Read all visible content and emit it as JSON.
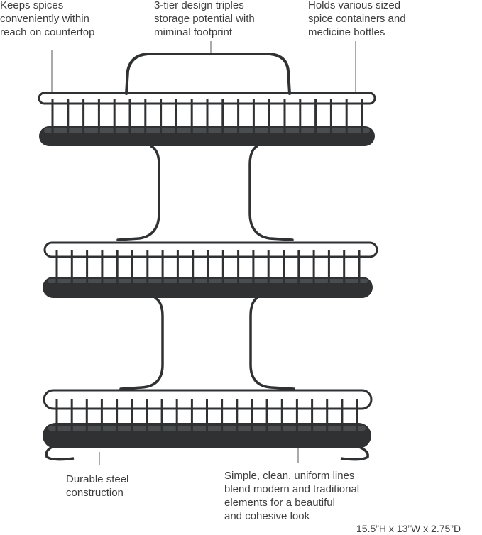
{
  "callouts": {
    "keeps_spices": [
      "Keeps spices",
      "conveniently within",
      "reach on countertop"
    ],
    "three_tier": [
      "3-tier design triples",
      "storage potential with",
      "miminal footprint"
    ],
    "holds_various": [
      "Holds various sized",
      "spice containers and",
      "medicine bottles"
    ],
    "durable_steel": [
      "Durable steel",
      "construction"
    ],
    "simple_clean": [
      "Simple, clean, uniform lines",
      "blend modern and traditional",
      "elements for a beautiful",
      "and cohesive look"
    ]
  },
  "dimensions": "15.5”H x 13”W x 2.75”D",
  "colors": {
    "metal": "#2f3133",
    "text": "#3d3d3d",
    "leader_line": "#555555"
  }
}
